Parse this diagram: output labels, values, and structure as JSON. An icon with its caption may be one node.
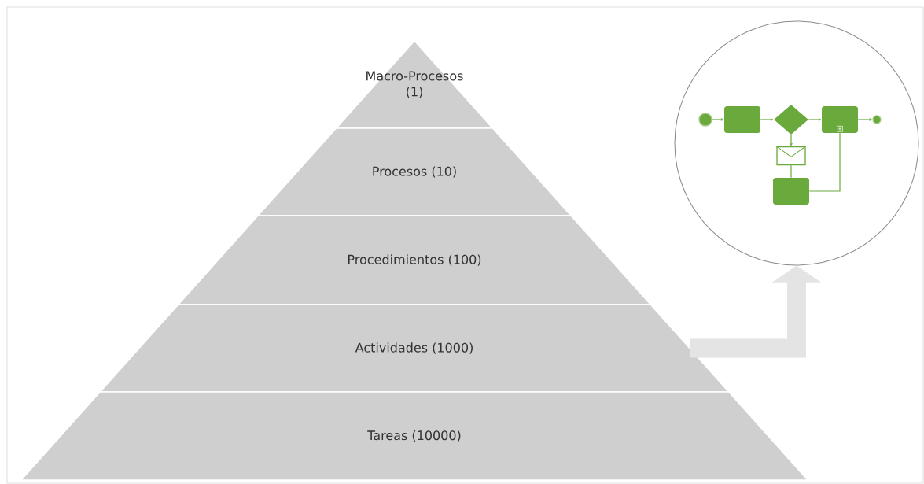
{
  "diagram": {
    "nodes": [
      {
        "text": [
          "Macro-Procesos (1)"
        ]
      },
      {
        "text": [
          "Procesos (10)"
        ]
      },
      {
        "text": [
          "Procedimientos (100)"
        ]
      },
      {
        "text": [
          "Actividades (1000)"
        ]
      },
      {
        "text": [
          "Tareas (10000)"
        ]
      },
      {
        "text": [],
        "shape": "circle"
      },
      {
        "text": [],
        "shape": "circle",
        "in": 5
      },
      {
        "text": [],
        "shape": "box",
        "in": 5
      },
      {
        "text": [],
        "shape": "diamond",
        "in": 5
      },
      {
        "text": [],
        "shape": "box",
        "in": 5
      },
      {
        "text": [],
        "shape": "circle",
        "in": 5
      },
      {
        "text": [],
        "shape": "envelope",
        "in": 5
      },
      {
        "text": [],
        "shape": "box",
        "in": 5
      }
    ],
    "edges": [
      {
        "from": 3,
        "to": 5,
        "arrow": "to",
        "style": "thick",
        "color": "#e4e4e4"
      },
      {
        "from": 6,
        "to": 7,
        "arrow": "to"
      },
      {
        "from": 7,
        "to": 8,
        "arrow": "to"
      },
      {
        "from": 8,
        "to": 9,
        "arrow": "to"
      },
      {
        "from": 9,
        "to": 10,
        "arrow": "to"
      },
      {
        "from": 8,
        "to": 11,
        "arrow": "to"
      },
      {
        "from": 11,
        "to": 12,
        "arrow": "none"
      },
      {
        "from": 12,
        "to": 9,
        "arrow": "none"
      }
    ]
  }
}
